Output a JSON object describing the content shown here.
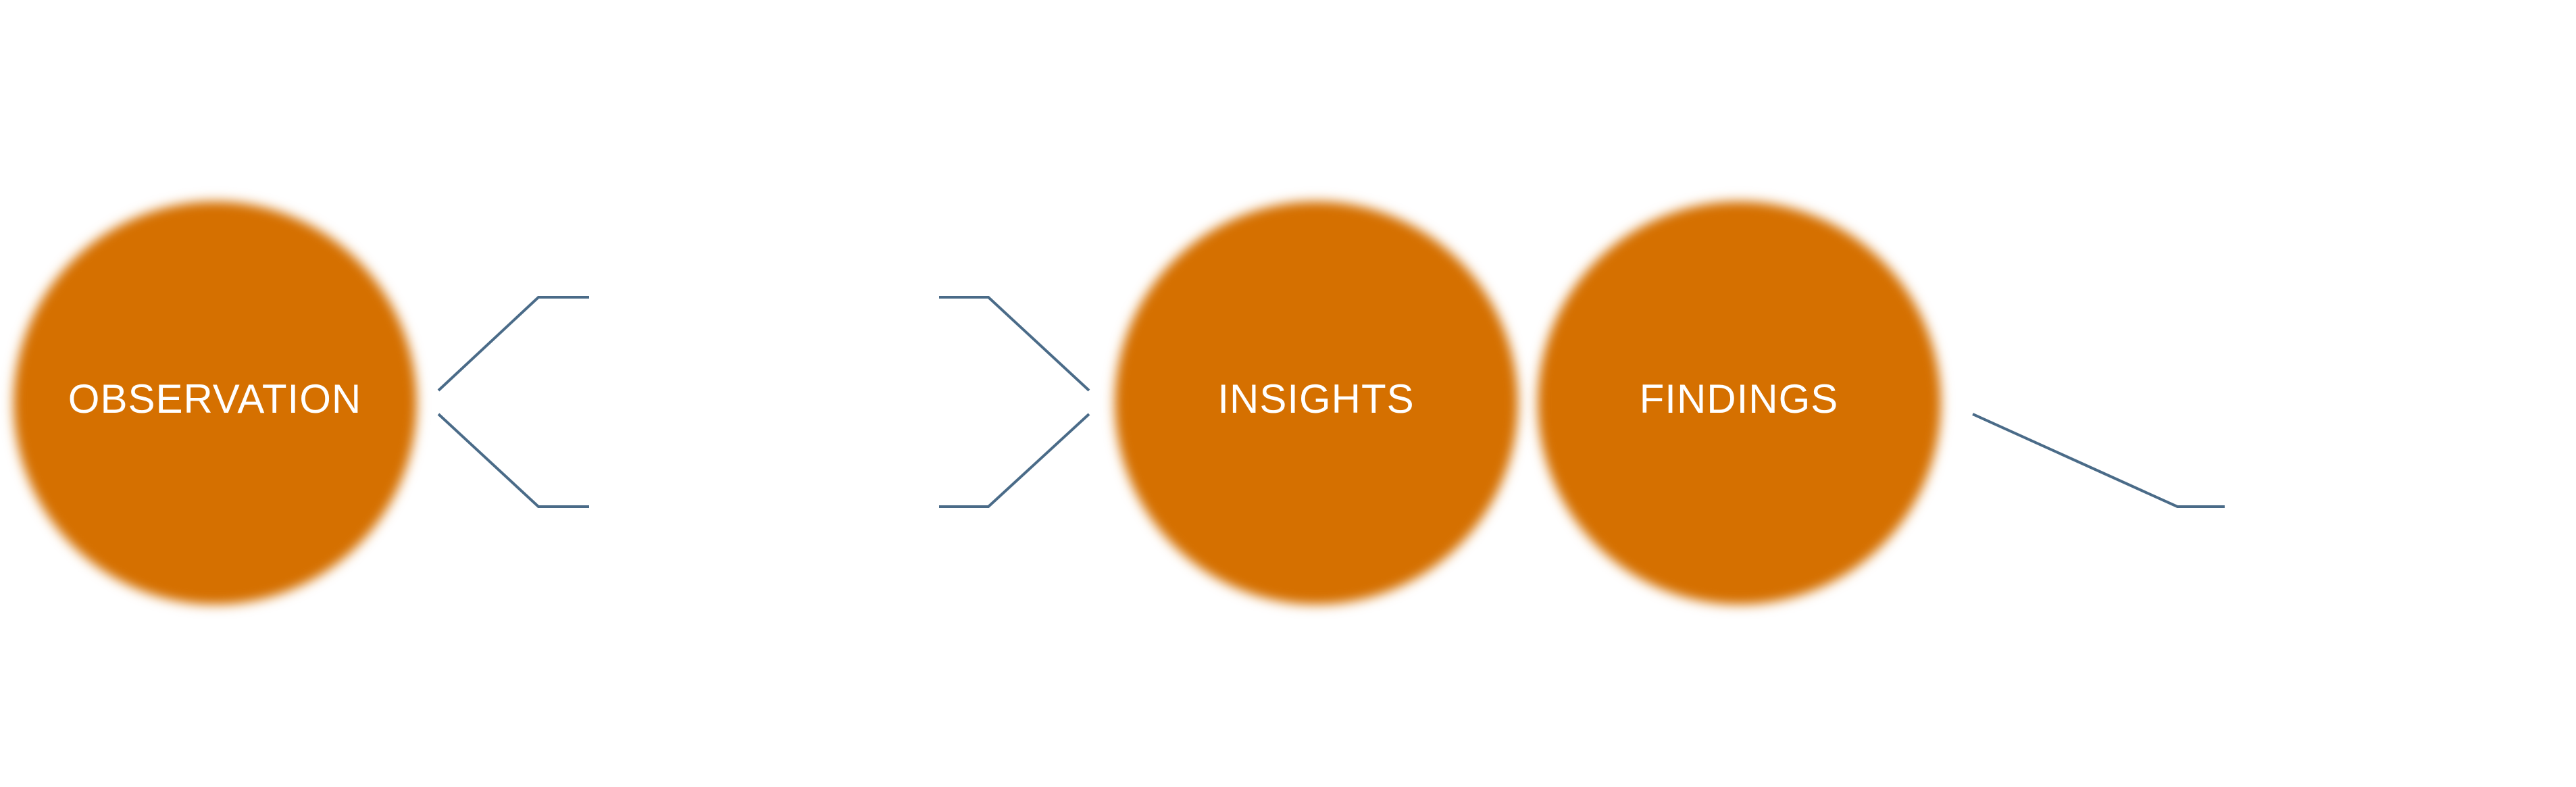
{
  "diagram": {
    "nodes": [
      {
        "id": "observation",
        "label": "OBSERVATION"
      },
      {
        "id": "insights",
        "label": "INSIGHTS"
      },
      {
        "id": "findings",
        "label": "FINDINGS"
      }
    ],
    "colors": {
      "node_fill": "#d57000",
      "node_text": "#ffffff",
      "connector": "#4a6b88",
      "background": "#ffffff"
    }
  }
}
